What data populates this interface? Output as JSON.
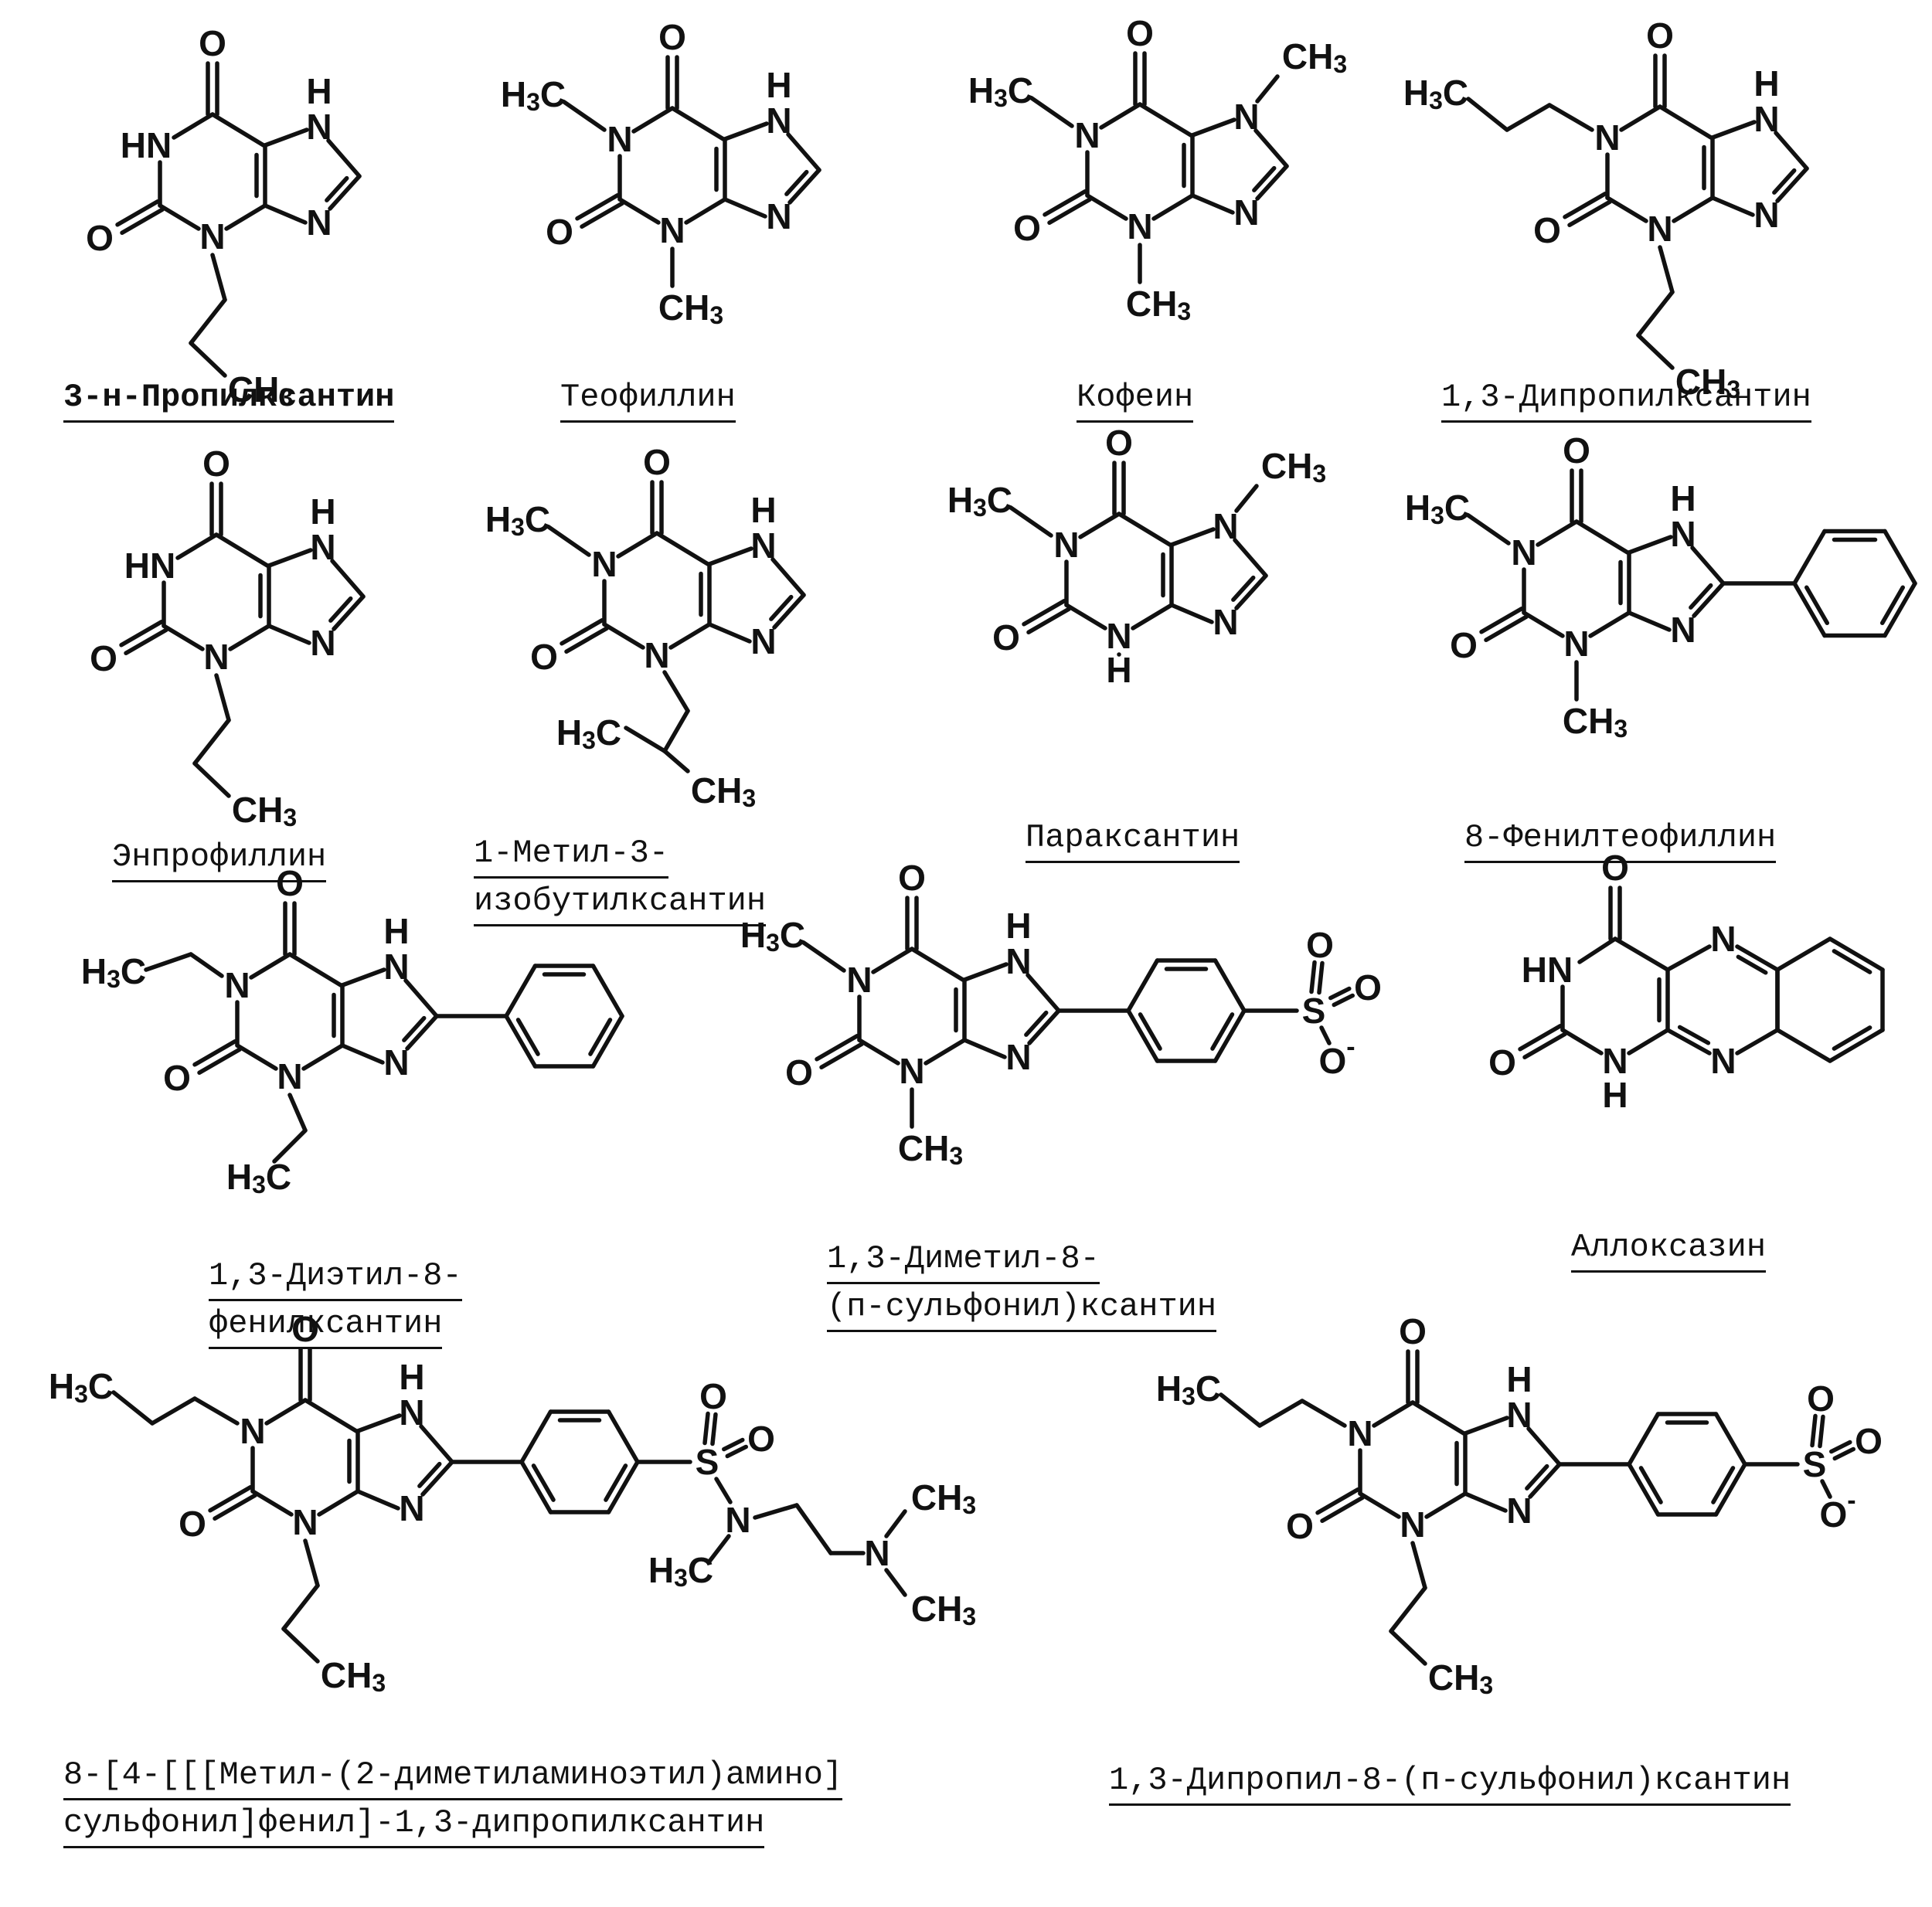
{
  "compounds": [
    {
      "id": "m1",
      "caption_lines": [
        "3-н-Пропилксантин"
      ]
    },
    {
      "id": "m2",
      "caption_lines": [
        "Теофиллин"
      ]
    },
    {
      "id": "m3",
      "caption_lines": [
        "Кофеин"
      ]
    },
    {
      "id": "m4",
      "caption_lines": [
        "1,3-Дипропилксантин"
      ]
    },
    {
      "id": "m5",
      "caption_lines": [
        "Энпрофиллин"
      ]
    },
    {
      "id": "m6",
      "caption_lines": [
        "1-Метил-3-",
        "изобутилксантин"
      ]
    },
    {
      "id": "m7",
      "caption_lines": [
        "Параксантин"
      ]
    },
    {
      "id": "m8",
      "caption_lines": [
        "8-Фенилтеофиллин"
      ]
    },
    {
      "id": "m9",
      "caption_lines": [
        "1,3-Диэтил-8-",
        "фенилксантин"
      ]
    },
    {
      "id": "m10",
      "caption_lines": [
        "1,3-Диметил-8-",
        "(п-сульфонил)ксантин"
      ]
    },
    {
      "id": "m11",
      "caption_lines": [
        "Аллоксазин"
      ]
    },
    {
      "id": "m12",
      "caption_lines": [
        "8-[4-[[[Метил-(2-диметиламиноэтил)амино]",
        "сульфонил]фенил]-1,3-дипропилксантин"
      ]
    },
    {
      "id": "m13",
      "caption_lines": [
        "1,3-Дипропил-8-(п-сульфонил)ксантин"
      ]
    }
  ],
  "atom_labels": {
    "O": "O",
    "N": "N",
    "H": "H",
    "NH": "NH",
    "HN": "HN",
    "S": "S",
    "CH3_C": "CH",
    "CH3_H3": "H",
    "sub3": "3",
    "minus": "-"
  }
}
